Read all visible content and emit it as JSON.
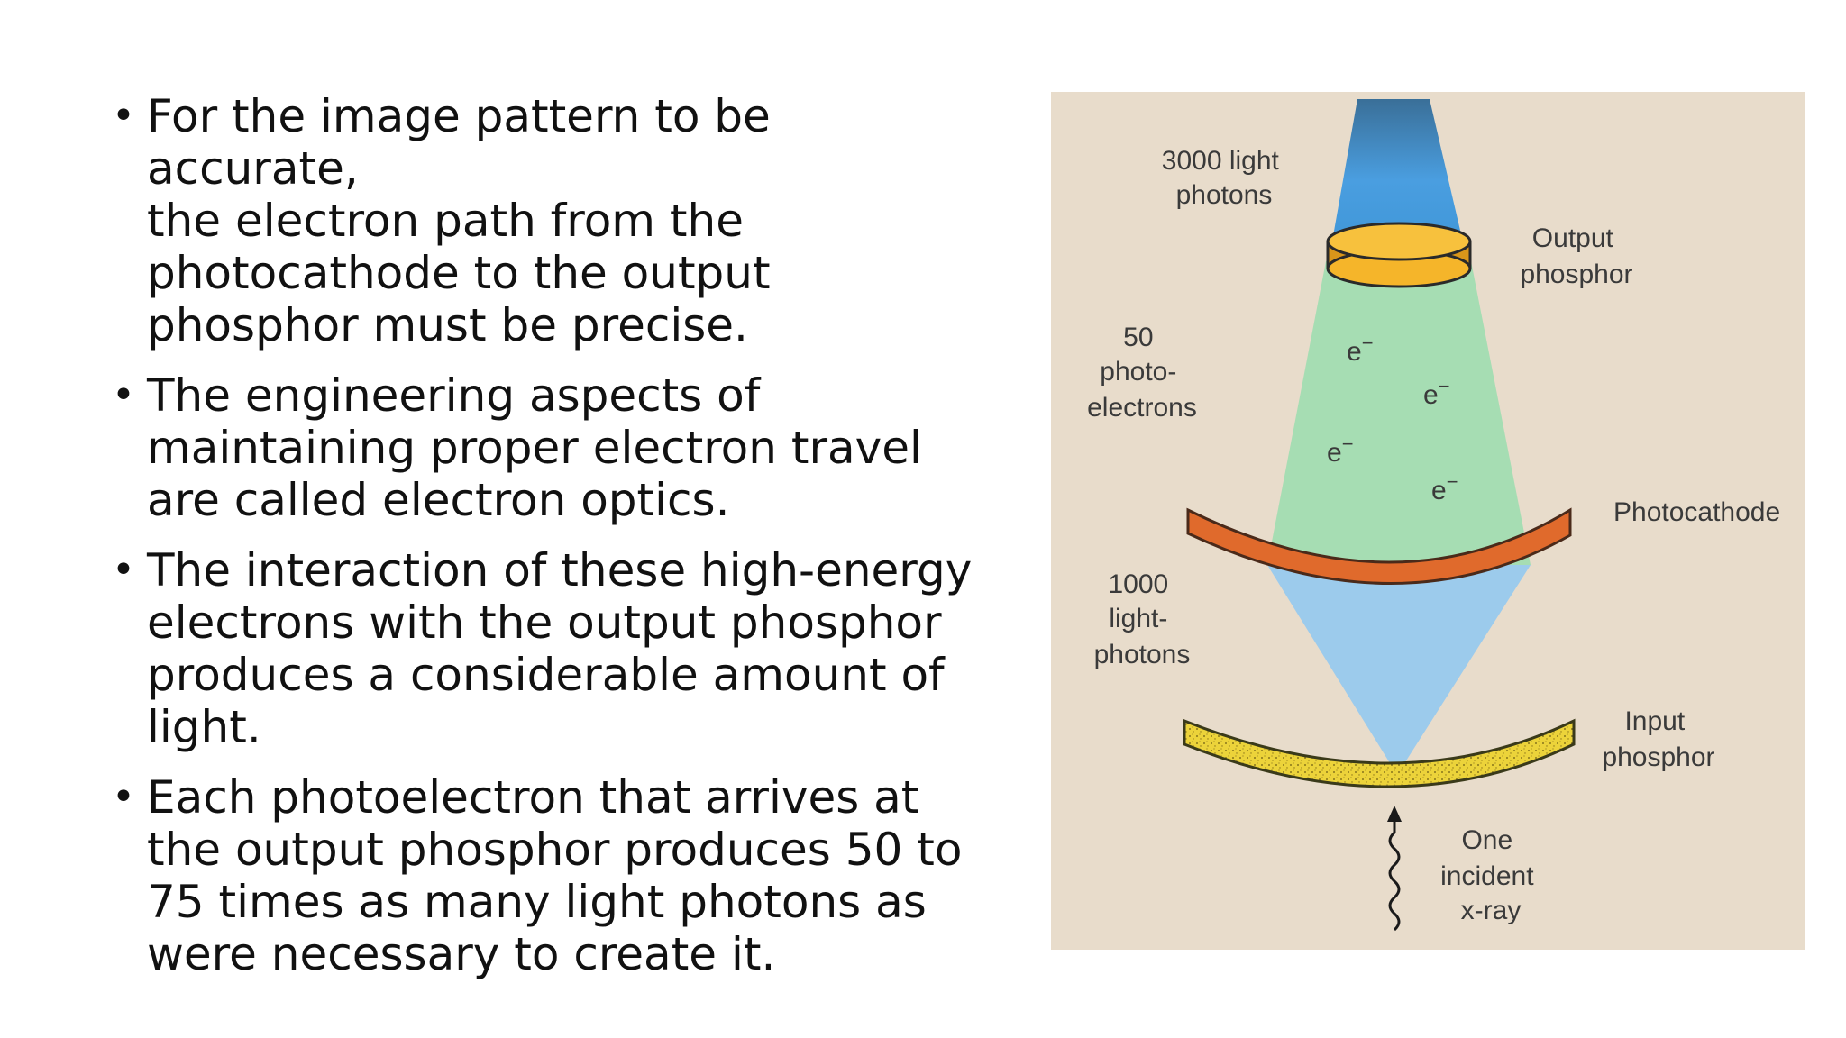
{
  "bullets": [
    "For the image pattern to be accurate,\nthe  electron path from the\nphotocathode to the  output\nphosphor must be precise.",
    "The engineering aspects of\nmaintaining proper  electron travel\nare called electron optics.",
    "The interaction of these high-energy\nelectrons  with the output phosphor\nproduces a  considerable amount of\nlight.",
    "Each photoelectron that arrives at\nthe output  phosphor produces 50 to\n75 times as many light  photons as\nwere necessary to create it."
  ],
  "figure": {
    "labels": {
      "light_photons_top": [
        "3000 light",
        "photons"
      ],
      "output_phosphor": [
        "Output",
        "phosphor"
      ],
      "photoelectrons": [
        "50",
        "photo-",
        "electrons"
      ],
      "photocathode": "Photocathode",
      "light_photons_bottom": [
        "1000",
        "light-",
        "photons"
      ],
      "input_phosphor": [
        "Input",
        "phosphor"
      ],
      "incident_xray": [
        "One",
        "incident",
        "x-ray"
      ],
      "electron": "e",
      "electron_charge": "−"
    },
    "colors": {
      "background": "#e8dccb",
      "top_beam": "#3d95d6",
      "electron_cone": "#a6ddb3",
      "photon_cone": "#9ccbec",
      "photocathode": "#e06a2c",
      "output_phosphor": "#f5b52a",
      "input_phosphor": "#ecd33a"
    }
  }
}
